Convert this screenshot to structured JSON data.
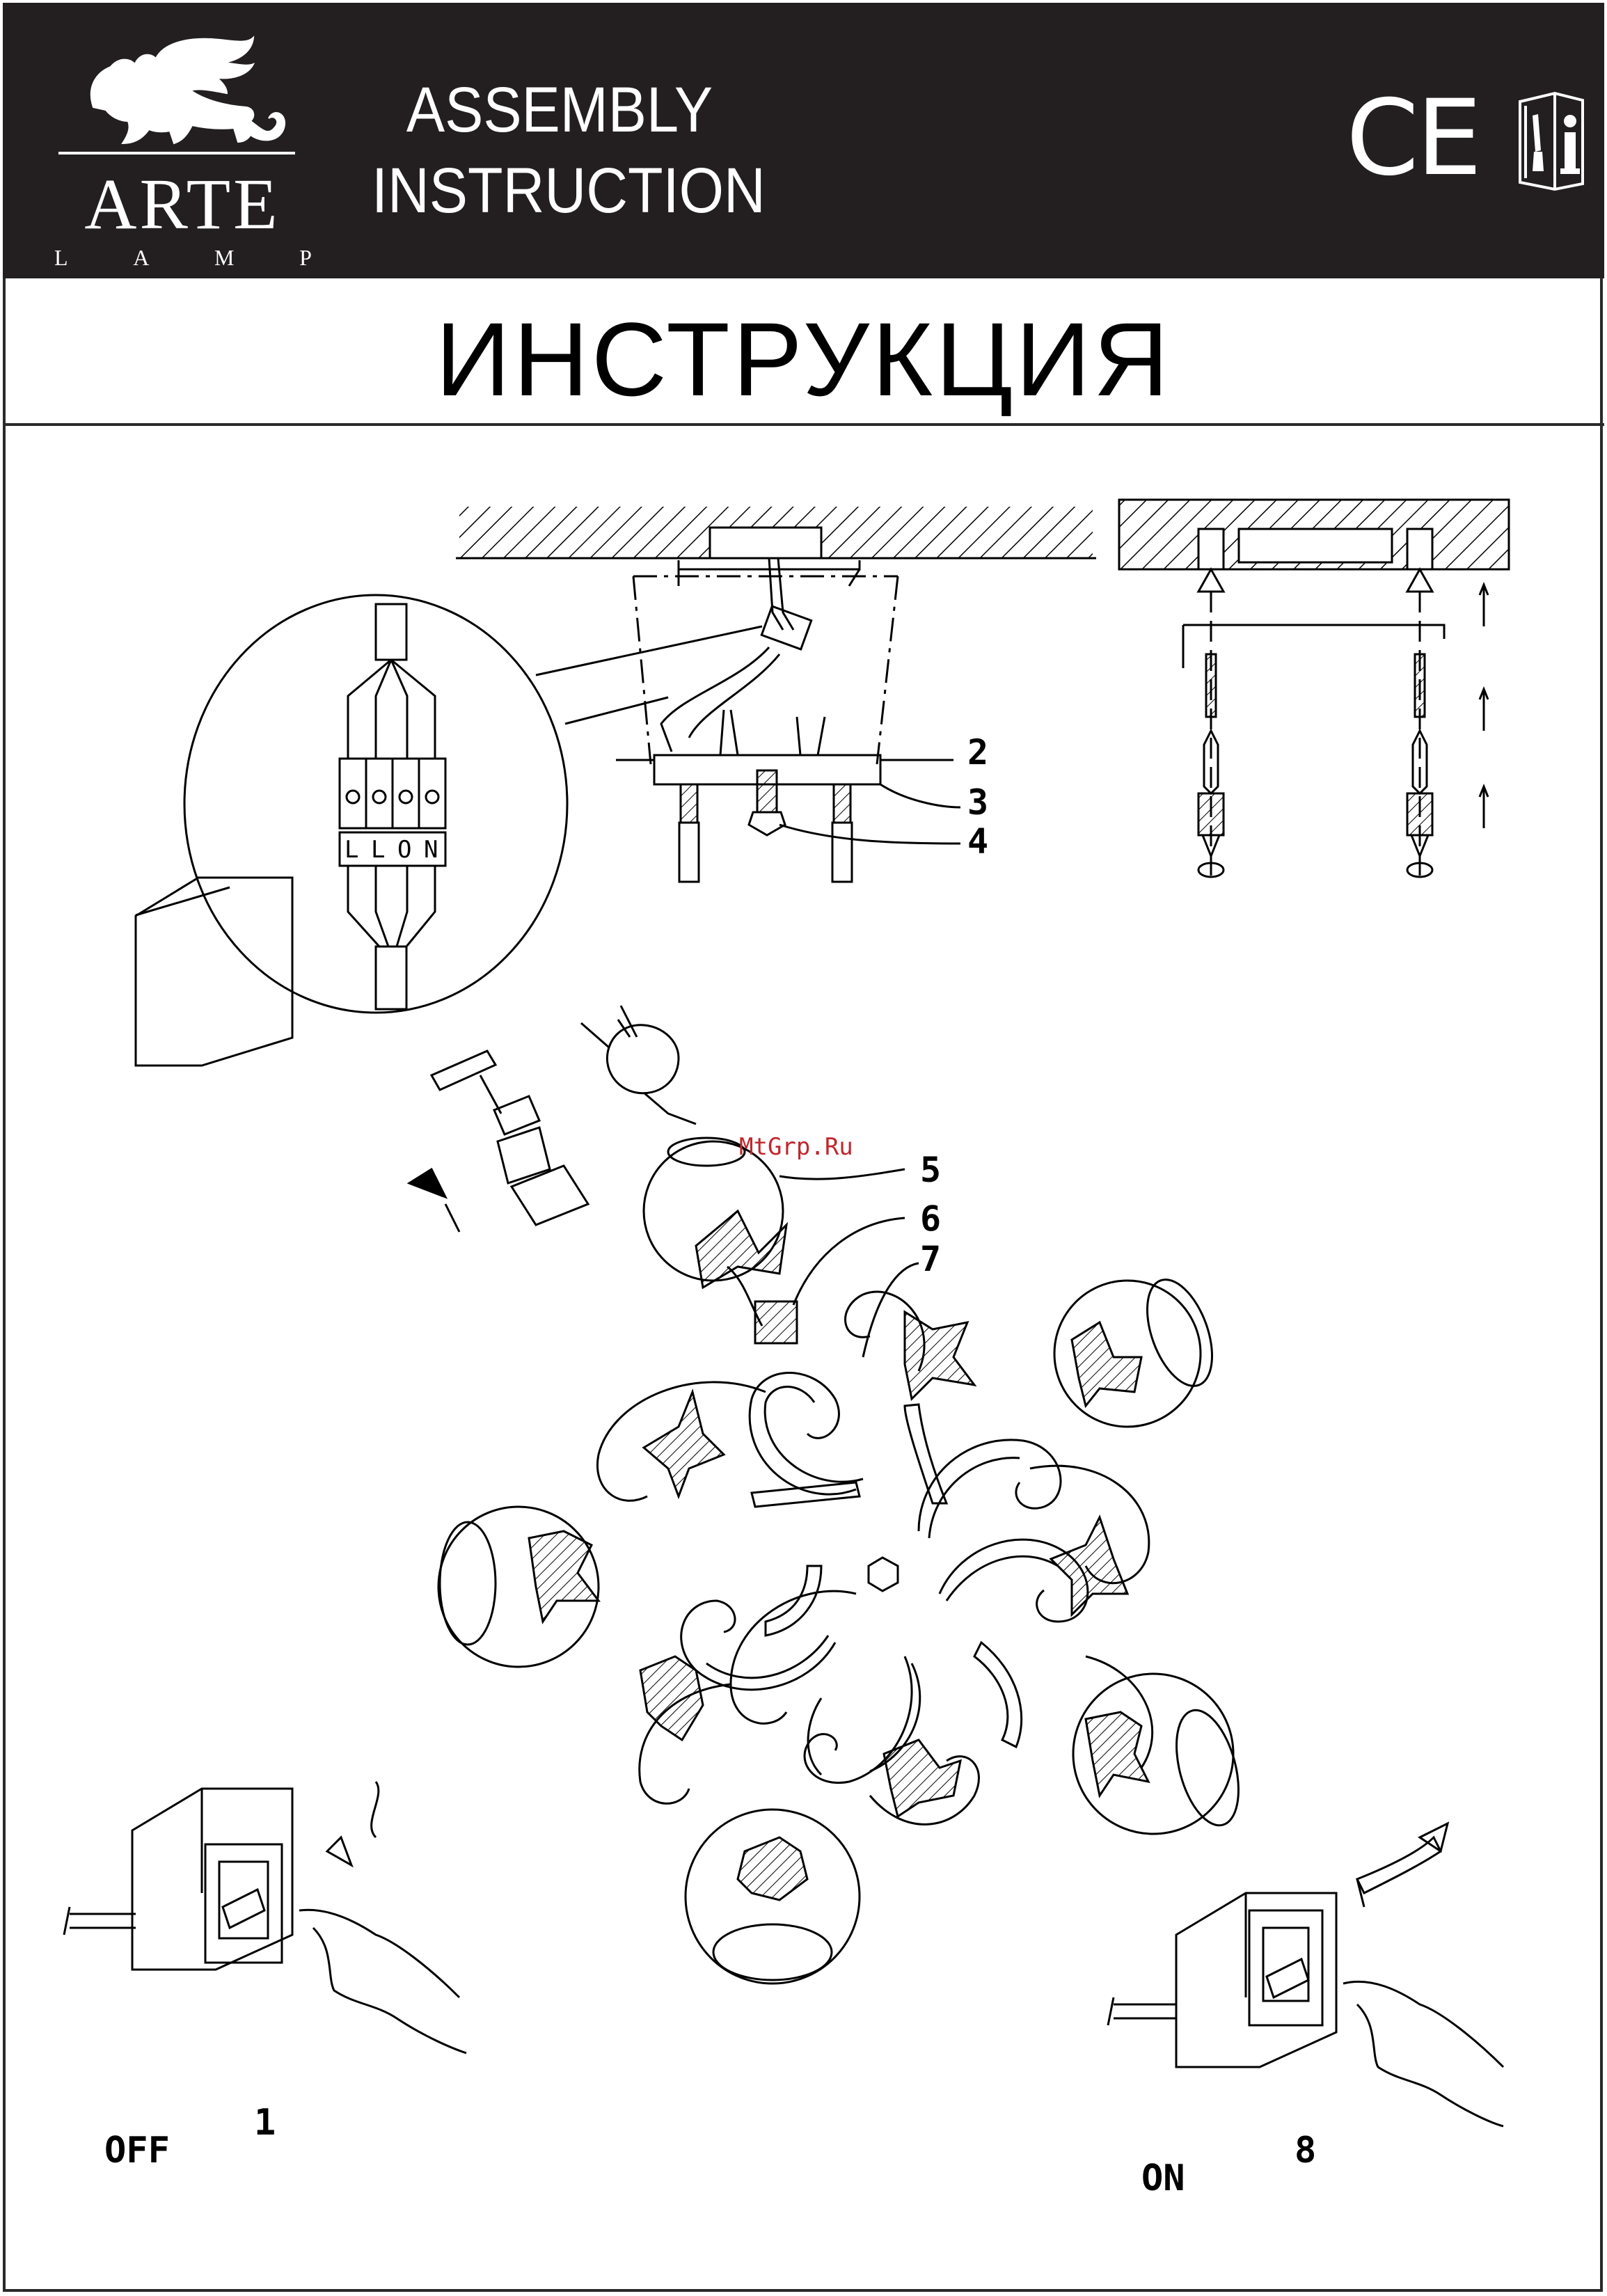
{
  "header": {
    "brand": {
      "name": "ARTE",
      "sub_letters": [
        "L",
        "A",
        "M",
        "P"
      ]
    },
    "title_en_line1": "ASSEMBLY",
    "title_en_line2": "INSTRUCTION",
    "ce_mark": "CE",
    "icons": [
      "lion-griffin-logo-icon",
      "ce-mark-icon",
      "manual-info-icon"
    ]
  },
  "title_ru": "ИНСТРУКЦИЯ",
  "wiring": {
    "terminal_labels": [
      "L",
      "L",
      "O",
      "N"
    ]
  },
  "callouts": [
    "2",
    "3",
    "4",
    "5",
    "6",
    "7"
  ],
  "watermark": "MtGrp.Ru",
  "steps": {
    "first": {
      "state": "OFF",
      "number": "1"
    },
    "last": {
      "state": "ON",
      "number": "8"
    }
  }
}
